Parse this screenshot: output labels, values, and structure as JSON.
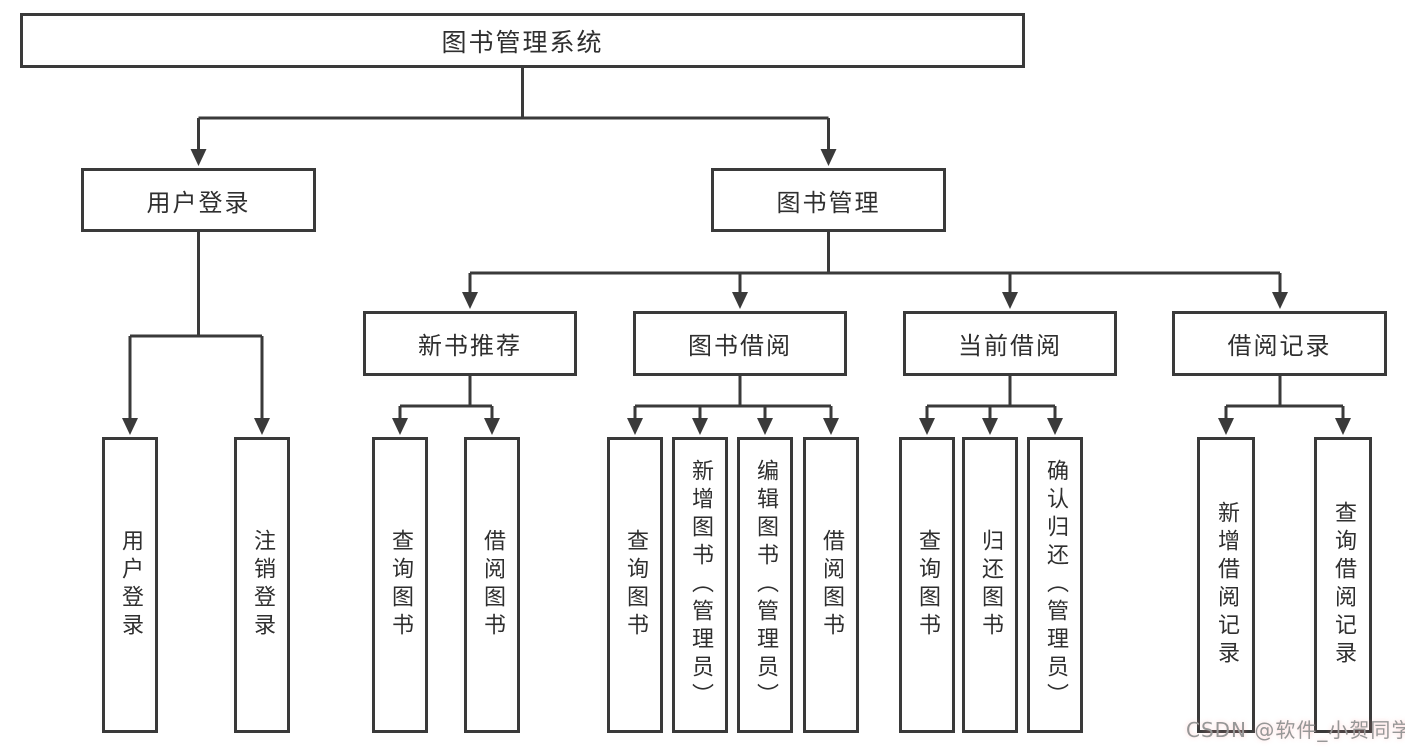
{
  "tree": {
    "root": {
      "label": "图书管理系统"
    },
    "branches": [
      {
        "label": "用户登录",
        "children": [
          "用户登录",
          "注销登录"
        ]
      },
      {
        "label": "图书管理",
        "groups": [
          {
            "label": "新书推荐",
            "children": [
              "查询图书",
              "借阅图书"
            ]
          },
          {
            "label": "图书借阅",
            "children": [
              "查询图书",
              "新增图书（管理员）",
              "编辑图书（管理员）",
              "借阅图书"
            ]
          },
          {
            "label": "当前借阅",
            "children": [
              "查询图书",
              "归还图书",
              "确认归还（管理员）"
            ]
          },
          {
            "label": "借阅记录",
            "children": [
              "新增借阅记录",
              "查询借阅记录"
            ]
          }
        ]
      }
    ]
  },
  "watermark": {
    "text": "CSDN @软件_小贺同学"
  },
  "colors": {
    "line": "#3a3a3a",
    "text": "#2f2f2f",
    "watermark": "#979797",
    "background": "#ffffff"
  }
}
